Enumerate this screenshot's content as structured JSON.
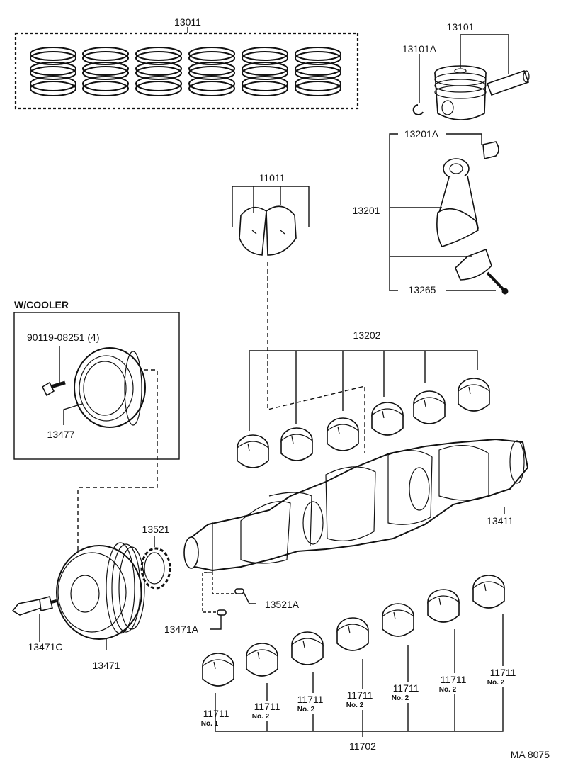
{
  "diagram": {
    "labels": {
      "piston_ring_set": "13011",
      "piston_sub_assy": "13101",
      "piston_clip": "13101A",
      "conrod_bushing": "13201A",
      "conrod_assy": "13201",
      "conrod_bolt": "13265",
      "thrust_washer_set": "11011",
      "w_cooler": "W/COOLER",
      "bolt_part_no": "90119-08251 (4)",
      "damper": "13477",
      "conrod_bearing": "13202",
      "crankshaft": "13411",
      "crank_timing_gear": "13521",
      "crank_key_a": "13521A",
      "crank_key_b": "13471A",
      "pulley_bolt": "13471C",
      "crank_pulley": "13471",
      "main_bearing_set": "11702",
      "figure_code": "MA 8075"
    },
    "main_bearings": [
      {
        "part": "11711",
        "size": "No. 1"
      },
      {
        "part": "11711",
        "size": "No. 2"
      },
      {
        "part": "11711",
        "size": "No. 2"
      },
      {
        "part": "11711",
        "size": "No. 2"
      },
      {
        "part": "11711",
        "size": "No. 2"
      },
      {
        "part": "11711",
        "size": "No. 2"
      },
      {
        "part": "11711",
        "size": "No. 2"
      }
    ],
    "colors": {
      "ink": "#111111",
      "paper": "#ffffff"
    }
  }
}
